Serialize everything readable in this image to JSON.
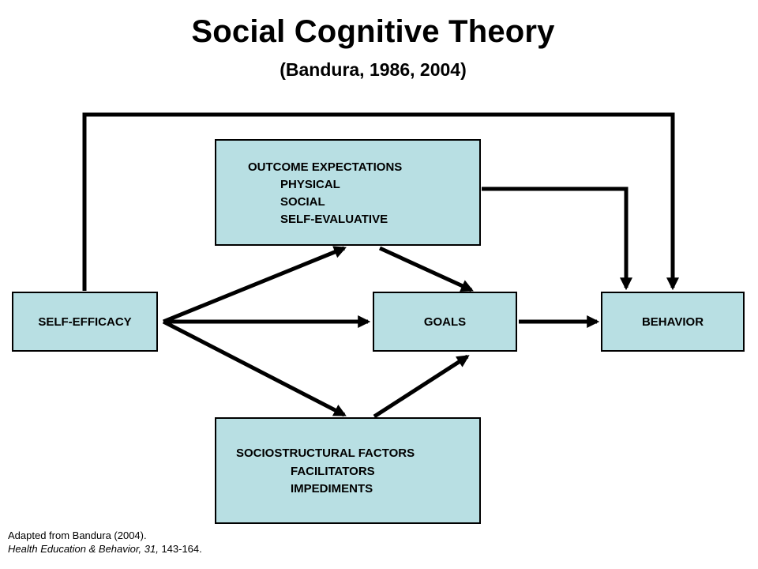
{
  "title": "Social Cognitive Theory",
  "subtitle": "(Bandura, 1986, 2004)",
  "nodes": {
    "outcome_expectations": {
      "heading": "OUTCOME EXPECTATIONS",
      "items": [
        "PHYSICAL",
        "SOCIAL",
        "SELF-EVALUATIVE"
      ]
    },
    "self_efficacy": {
      "label": "SELF-EFFICACY"
    },
    "goals": {
      "label": "GOALS"
    },
    "behavior": {
      "label": "BEHAVIOR"
    },
    "sociostructural_factors": {
      "heading": "SOCIOSTRUCTURAL FACTORS",
      "items": [
        "FACILITATORS",
        "IMPEDIMENTS"
      ]
    }
  },
  "citation": {
    "line1": "Adapted from Bandura (2004).",
    "journal": "Health Education & Behavior,",
    "volume": "31,",
    "pages": "143-164."
  },
  "colors": {
    "box_fill": "#b8dfe3",
    "stroke": "#000000"
  }
}
